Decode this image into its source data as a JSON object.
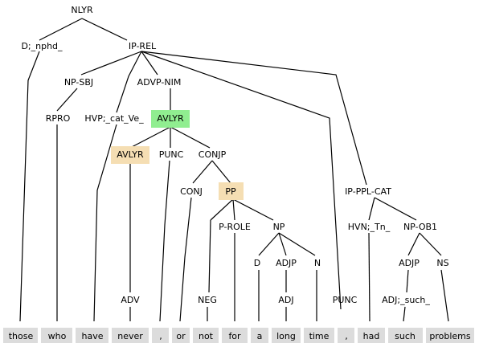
{
  "tree": {
    "root": "NLYR",
    "labels": {
      "d_nphd": "D;_nphd_",
      "ip_rel": "IP-REL",
      "np_sbj": "NP-SBJ",
      "rpro": "RPRO",
      "hvp_cat_ve": "HVP;_cat_Ve_",
      "advp_nim": "ADVP-NIM",
      "avlyr_top": "AVLYR",
      "avlyr_sub": "AVLYR",
      "punc_mid": "PUNC",
      "conjp": "CONJP",
      "conj": "CONJ",
      "pp": "PP",
      "p_role": "P-ROLE",
      "np": "NP",
      "d": "D",
      "adjp": "ADJP",
      "n": "N",
      "adj": "ADJ",
      "adv": "ADV",
      "neg": "NEG",
      "punc_end": "PUNC",
      "ip_ppl_cat": "IP-PPL-CAT",
      "hvn_tn": "HVN;_Tn_",
      "np_ob1": "NP-OB1",
      "adjp2": "ADJP",
      "ns": "NS",
      "adj_such": "ADJ;_such_"
    },
    "highlights": {
      "green": "#90ee90",
      "tan": "#f5deb3",
      "word_box": "#dcdcdc"
    }
  },
  "words": [
    "those",
    "who",
    "have",
    "never",
    ",",
    "or",
    "not",
    "for",
    "a",
    "long",
    "time",
    ",",
    "had",
    "such",
    "problems"
  ]
}
